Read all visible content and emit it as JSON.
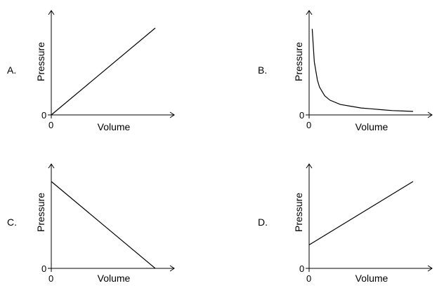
{
  "chart_data": [
    {
      "panel": "A.",
      "type": "line",
      "xlabel": "Volume",
      "ylabel": "Pressure",
      "x_tick_labels": [
        "0"
      ],
      "y_tick_labels": [
        "0"
      ],
      "series": [
        {
          "x": [
            0,
            1
          ],
          "y": [
            0,
            1
          ]
        }
      ],
      "xlim": [
        0,
        1.2
      ],
      "ylim": [
        0,
        1.05
      ],
      "grid": false
    },
    {
      "panel": "B.",
      "type": "line",
      "xlabel": "Volume",
      "ylabel": "Pressure",
      "x_tick_labels": [
        "0"
      ],
      "y_tick_labels": [
        "0"
      ],
      "series": [
        {
          "x": [
            0.03,
            0.05,
            0.08,
            0.1,
            0.15,
            0.2,
            0.3,
            0.4,
            0.5,
            0.6,
            0.7,
            0.8,
            0.9,
            1.0
          ],
          "y": [
            0.99,
            0.61,
            0.4,
            0.32,
            0.22,
            0.17,
            0.12,
            0.1,
            0.08,
            0.07,
            0.06,
            0.05,
            0.045,
            0.04
          ]
        }
      ],
      "xlim": [
        0,
        1.2
      ],
      "ylim": [
        0,
        1.05
      ],
      "grid": false
    },
    {
      "panel": "C.",
      "type": "line",
      "xlabel": "Volume",
      "ylabel": "Pressure",
      "x_tick_labels": [
        "0"
      ],
      "y_tick_labels": [
        "0"
      ],
      "series": [
        {
          "x": [
            0,
            1
          ],
          "y": [
            1,
            0
          ]
        }
      ],
      "xlim": [
        0,
        1.2
      ],
      "ylim": [
        0,
        1.05
      ],
      "grid": false
    },
    {
      "panel": "D.",
      "type": "line",
      "xlabel": "Volume",
      "ylabel": "Pressure",
      "x_tick_labels": [
        "0"
      ],
      "y_tick_labels": [
        "0"
      ],
      "series": [
        {
          "x": [
            0,
            1
          ],
          "y": [
            0.27,
            1
          ]
        }
      ],
      "xlim": [
        0,
        1.2
      ],
      "ylim": [
        0,
        1.05
      ],
      "grid": false
    }
  ]
}
